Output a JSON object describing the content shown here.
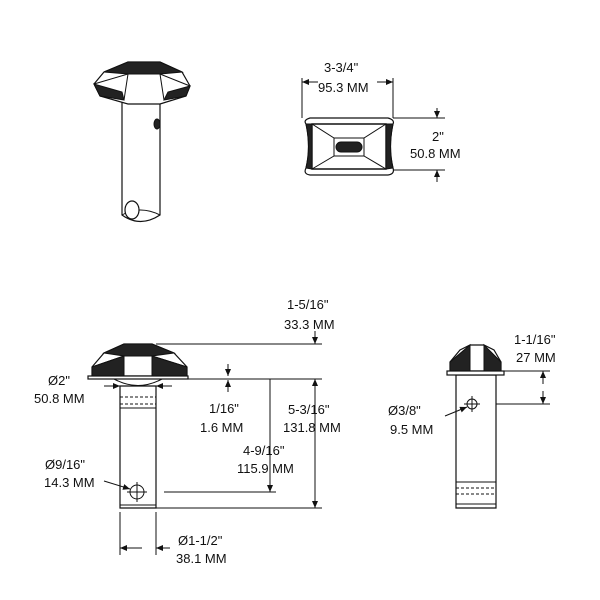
{
  "dimensions": {
    "top_width_in": "3-3/4\"",
    "top_width_mm": "95.3 MM",
    "top_height_in": "2\"",
    "top_height_mm": "50.8 MM",
    "head_height_in": "1-5/16\"",
    "head_height_mm": "33.3 MM",
    "head_dia_in": "Ø2\"",
    "head_dia_mm": "50.8 MM",
    "flange_in": "1/16\"",
    "flange_mm": "1.6 MM",
    "overall_len_in": "5-3/16\"",
    "overall_len_mm": "131.8 MM",
    "hole_pos_in": "4-9/16\"",
    "hole_pos_mm": "115.9 MM",
    "hole_dia_in": "Ø9/16\"",
    "hole_dia_mm": "14.3 MM",
    "pin_dia_in": "Ø1-1/2\"",
    "pin_dia_mm": "38.1 MM",
    "side_head_in": "1-1/16\"",
    "side_head_mm": "27 MM",
    "side_hole_in": "Ø3/8\"",
    "side_hole_mm": "9.5 MM"
  }
}
